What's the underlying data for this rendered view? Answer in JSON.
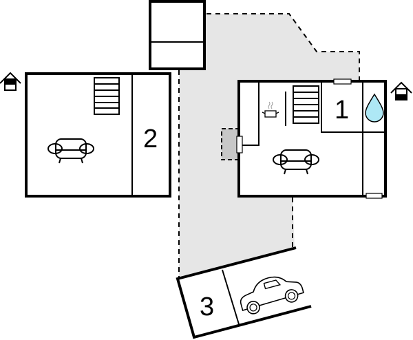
{
  "plan": {
    "buildings": [
      {
        "label": "1",
        "features": [
          "kitchen",
          "stairs",
          "bathroom",
          "living-room"
        ]
      },
      {
        "label": "2",
        "features": [
          "stairs",
          "living-room"
        ]
      },
      {
        "label": "3",
        "features": [
          "parking"
        ]
      }
    ],
    "colors": {
      "yard": "#e6e6e6",
      "water": "#aee8f5",
      "wall": "#000000"
    }
  }
}
